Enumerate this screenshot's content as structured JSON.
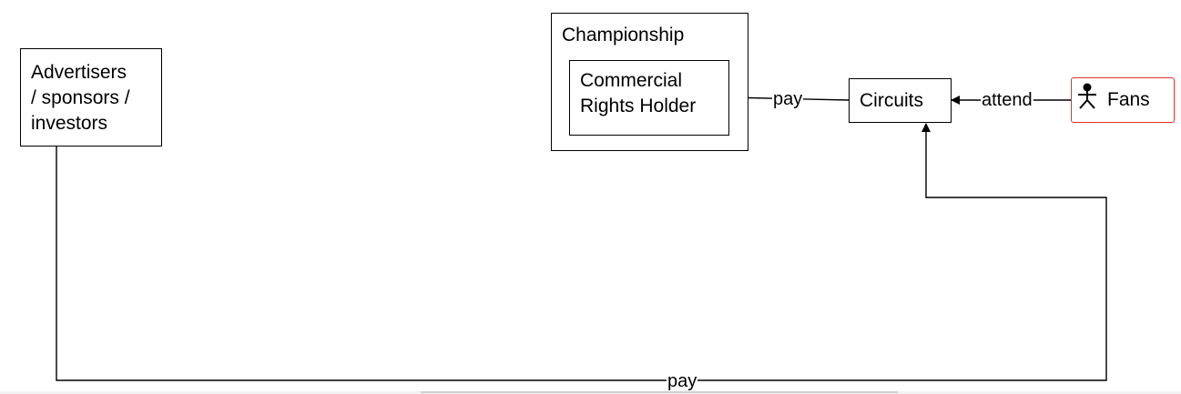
{
  "nodes": {
    "advertisers": {
      "label": "Advertisers\n/ sponsors /\ninvestors"
    },
    "championship": {
      "label": "Championship"
    },
    "commercial_rights_holder": {
      "label": "Commercial\nRights Holder"
    },
    "circuits": {
      "label": "Circuits"
    },
    "fans": {
      "label": "Fans",
      "icon": "actor-icon",
      "border_color": "#e03030"
    }
  },
  "edges": [
    {
      "from": "circuits",
      "to": "commercial_rights_holder",
      "label": "pay"
    },
    {
      "from": "fans",
      "to": "circuits",
      "label": "attend"
    },
    {
      "from": "advertisers",
      "to": "circuits",
      "label": "pay"
    }
  ]
}
